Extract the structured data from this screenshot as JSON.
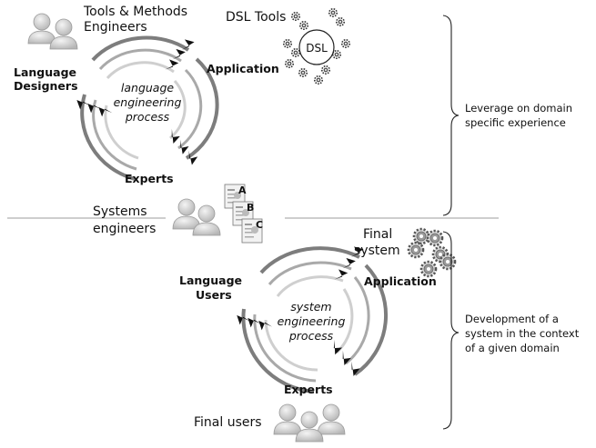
{
  "top": {
    "roles": {
      "tools_methods_line1": "Tools & Methods",
      "tools_methods_line2": "Engineers"
    },
    "dsl_tools_label": "DSL Tools",
    "dsl_badge": "DSL",
    "cycle": {
      "left_line1": "Language",
      "left_line2": "Designers",
      "right": "Application",
      "bottom": "Experts",
      "center_line1": "language",
      "center_line2": "engineering",
      "center_line3": "process"
    },
    "brace_note_line1": "Leverage on domain",
    "brace_note_line2": "specific experience"
  },
  "middle": {
    "systems_line1": "Systems",
    "systems_line2": "engineers",
    "doc_letters": [
      "A",
      "B",
      "C"
    ]
  },
  "bottom": {
    "final_system_line1": "Final",
    "final_system_line2": "system",
    "cycle": {
      "left_line1": "Language",
      "left_line2": "Users",
      "right": "Application",
      "bottom": "Experts",
      "center_line1": "system",
      "center_line2": "engineering",
      "center_line3": "process"
    },
    "final_users": "Final users",
    "brace_note_line1": "Development of a",
    "brace_note_line2": "system in the context",
    "brace_note_line3": "of a given domain"
  },
  "colors": {
    "arc_dark": "#7d7d7d",
    "arc_mid": "#a9a9a9",
    "arc_light": "#cfcfcf",
    "person": "#c8c8c8"
  }
}
